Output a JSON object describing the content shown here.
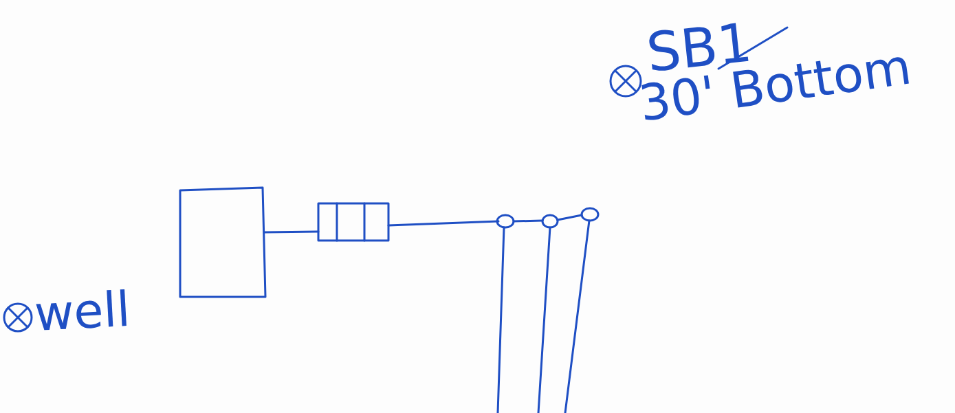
{
  "diagram": {
    "labels": [
      "SB1",
      "30' Bottom",
      "well"
    ]
  }
}
